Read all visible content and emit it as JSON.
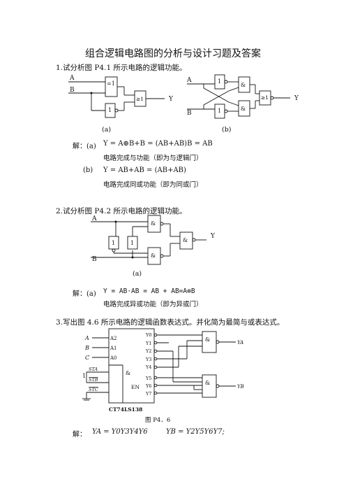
{
  "title": "组合逻辑电路图的分析与设计习题及答案",
  "q1": {
    "text": "1.试分析图 P4.1 所示电路的逻辑功能。",
    "label_a": "(a)",
    "label_b": "(b)",
    "circuit_a": {
      "in1": "A",
      "in2": "B",
      "out": "Y",
      "gate1": "=1",
      "gate2": "≥1",
      "gate3": "1"
    },
    "circuit_b": {
      "in1": "A",
      "in2": "B",
      "out": "Y",
      "not": "1",
      "and": "&",
      "or": "≥1"
    },
    "sol_prefix": "解：(a)",
    "sol_a": "Y = A⊕B+B = (AB+AB)B = AB",
    "desc_a": "电路完成与功能（即为与逻辑门）",
    "sol_b_label": "(b)",
    "sol_b": "Y = AB+AB = (AB+AB)",
    "desc_b": "电路完成同或功能（即为同或门）"
  },
  "q2": {
    "text": "2.试分析图 P4.2 所示电路的逻辑功能。",
    "label": "(a)",
    "circuit": {
      "in1": "A",
      "in2": "B",
      "out": "Y",
      "and": "&",
      "not": "1"
    },
    "sol_prefix": "解：(a)",
    "sol": "Y = AB·AB = AB + AB=A⊕B",
    "desc": "电路完成异或功能（即为异或门）"
  },
  "q3": {
    "text": "3.写出图 4.6 所示电路的逻辑函数表达式。并化简为最简与或表达式。",
    "chip": "CT74LS138",
    "enable": "EN",
    "and": "&",
    "inputs": [
      "A",
      "B",
      "C"
    ],
    "addr": [
      "A2",
      "A1",
      "A0"
    ],
    "st": [
      "STA",
      "STB",
      "STC"
    ],
    "one": "1",
    "outputs": [
      "Y0",
      "Y1",
      "Y2",
      "Y3",
      "Y4",
      "Y5",
      "Y6",
      "Y7"
    ],
    "out_a": "YA",
    "out_b": "YB",
    "figure": "图 P4．6",
    "sol_prefix": "解：",
    "sol_a": "YA = Y0Y3Y4Y6",
    "sol_b": "YB = Y2Y5Y6Y7;"
  }
}
